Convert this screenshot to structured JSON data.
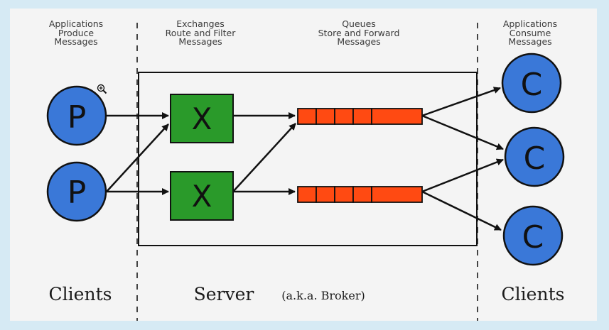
{
  "headers": {
    "producers": [
      "Applications",
      "Produce",
      "Messages"
    ],
    "exchanges": [
      "Exchanges",
      "Route and Filter",
      "Messages"
    ],
    "queues": [
      "Queues",
      "Store and Forward",
      "Messages"
    ],
    "consumers": [
      "Applications",
      "Consume",
      "Messages"
    ]
  },
  "footer": {
    "clients_left": "Clients",
    "server": "Server",
    "server_note": "(a.k.a. Broker)",
    "clients_right": "Clients"
  },
  "nodes": {
    "producer_label": "P",
    "exchange_label": "X",
    "consumer_label": "C"
  },
  "colors": {
    "producer": "#3a78d8",
    "exchange": "#2a9a2a",
    "queue": "#ff4a12",
    "background": "#f4f4f4",
    "frame": "#d6eaf4"
  },
  "cursor": {
    "icon": "zoom-in-icon"
  }
}
